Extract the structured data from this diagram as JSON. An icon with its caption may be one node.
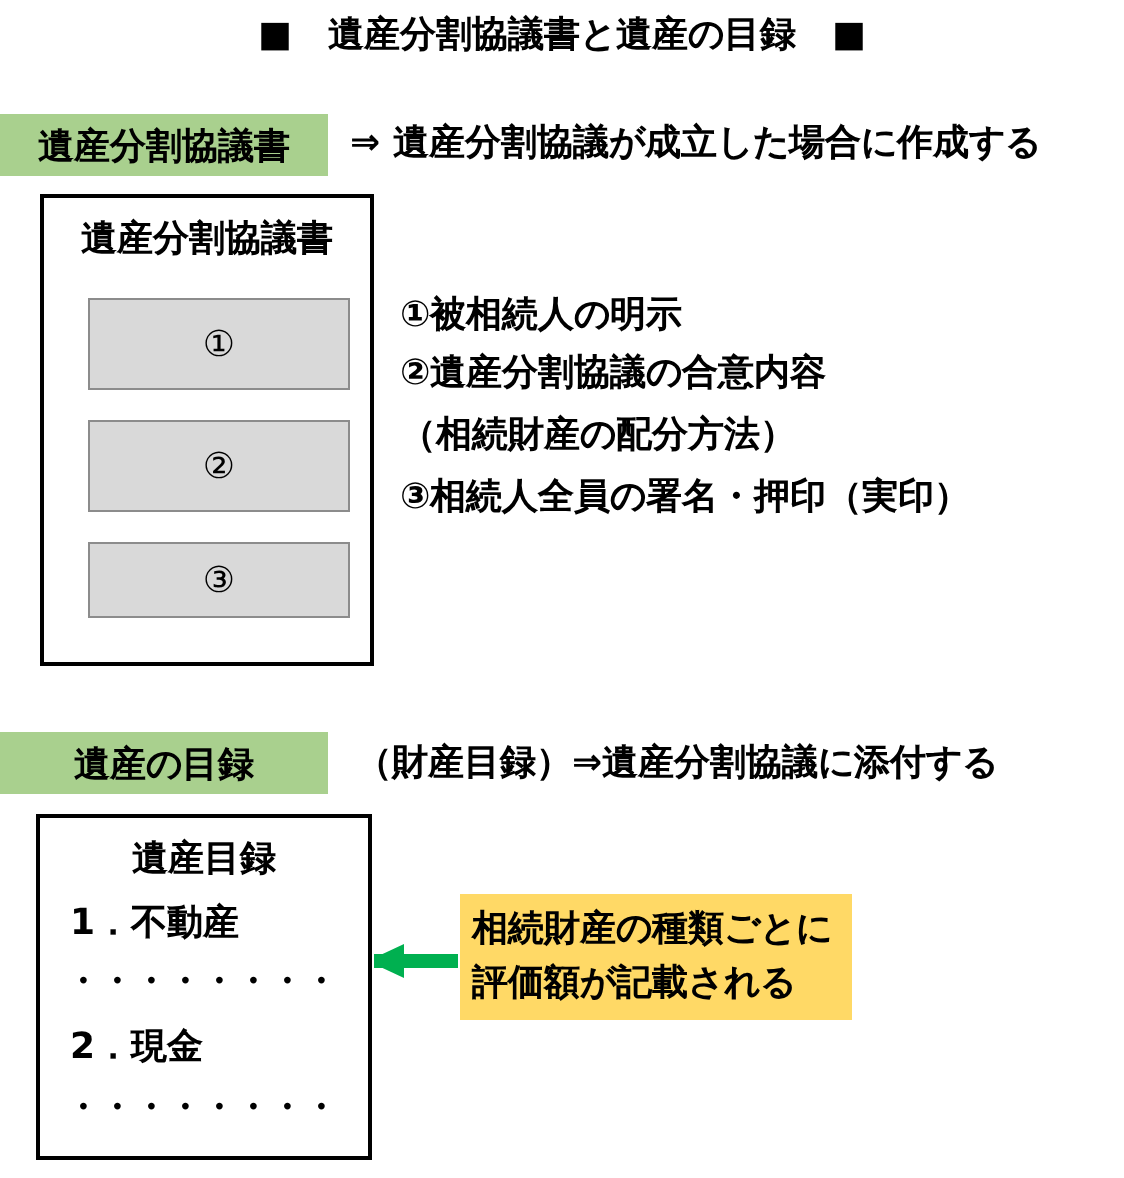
{
  "diagram": {
    "title": "■　遺産分割協議書と遺産の目録　■",
    "nodes": [
      {
        "text": [
          "遺産分割協議書"
        ],
        "beside": [
          "⇒ 遺産分割協議が成立した場合に作成する"
        ]
      },
      {
        "text": [
          "遺産分割協議書"
        ]
      },
      {
        "text": [
          "①"
        ],
        "in": 1
      },
      {
        "text": [
          "②"
        ],
        "in": 1
      },
      {
        "text": [
          "③"
        ],
        "in": 1
      },
      {
        "text": [
          "遺産の目録"
        ],
        "beside": [
          "（財産目録）⇒遺産分割協議に添付する"
        ]
      },
      {
        "text": [
          "遺産目録",
          "1．不動産",
          "・・・・・・・・",
          "2．現金",
          "・・・・・・・・"
        ]
      },
      {
        "text": [
          "相続財産の種類ごとに評価額が記載される"
        ]
      }
    ],
    "edges": [
      {
        "from": 7,
        "to": 6,
        "arrow": "to",
        "color": "#00b050"
      }
    ],
    "labels": [
      "①被相続人の明示",
      "②遺産分割協議の合意内容（相続財産の配分方法）",
      "③相続人全員の署名・押印（実印）"
    ]
  }
}
